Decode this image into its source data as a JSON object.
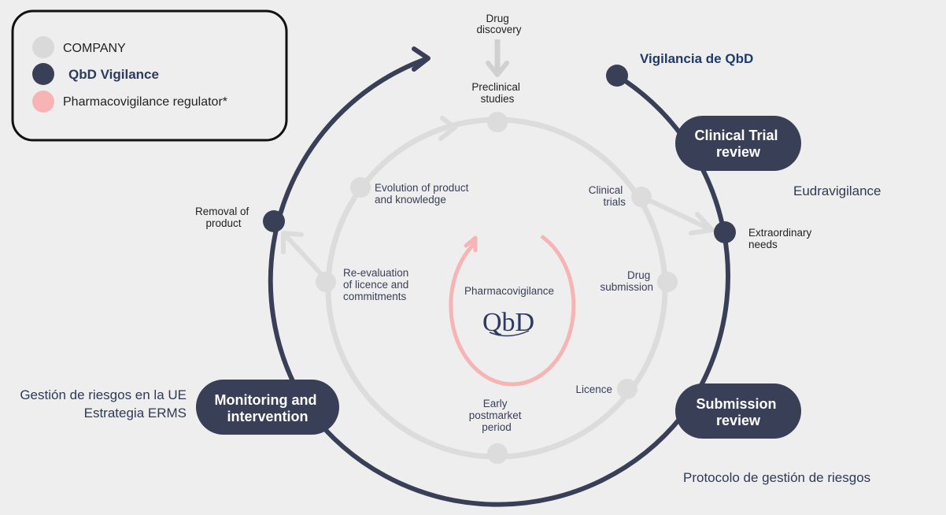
{
  "legend": {
    "company": "COMPANY",
    "qbd_vigilance": "QbD Vigilance",
    "regulator": "Pharmacovigilance regulator*"
  },
  "colors": {
    "company": "#d9d9d9",
    "qbd": "#3a3f58",
    "regulator": "#f7b4b4",
    "background": "#eeeeee"
  },
  "top": {
    "drug_discovery": [
      "Drug",
      "discovery"
    ],
    "preclinical": [
      "Preclinical",
      "studies"
    ]
  },
  "inner_steps": {
    "clinical_trials": [
      "Clinical",
      "trials"
    ],
    "drug_submission": [
      "Drug",
      "submission"
    ],
    "licence": "Licence",
    "early_postmarket": [
      "Early",
      "postmarket",
      "period"
    ],
    "reevaluation": [
      "Re-evaluation",
      "of licence and",
      "commitments"
    ],
    "evolution": [
      "Evolution of product",
      "and knowledge"
    ]
  },
  "center": {
    "label": "Pharmacovigilance",
    "logo_text": "QbD"
  },
  "outer_nodes": {
    "extraordinary": [
      "Extraordinary",
      "needs"
    ],
    "removal": [
      "Removal of",
      "product"
    ]
  },
  "pills": {
    "clinical_trial_review": [
      "Clinical Trial",
      "review"
    ],
    "submission_review": [
      "Submission",
      "review"
    ],
    "monitoring": [
      "Monitoring and",
      "intervention"
    ]
  },
  "annotations": {
    "vigilancia": "Vigilancia de QbD",
    "eudravigilance": "Eudravigilance",
    "gestion_line1": "Gestión de riesgos en la UE",
    "gestion_line2": "Estrategia ERMS",
    "protocolo": "Protocolo de gestión de riesgos"
  }
}
